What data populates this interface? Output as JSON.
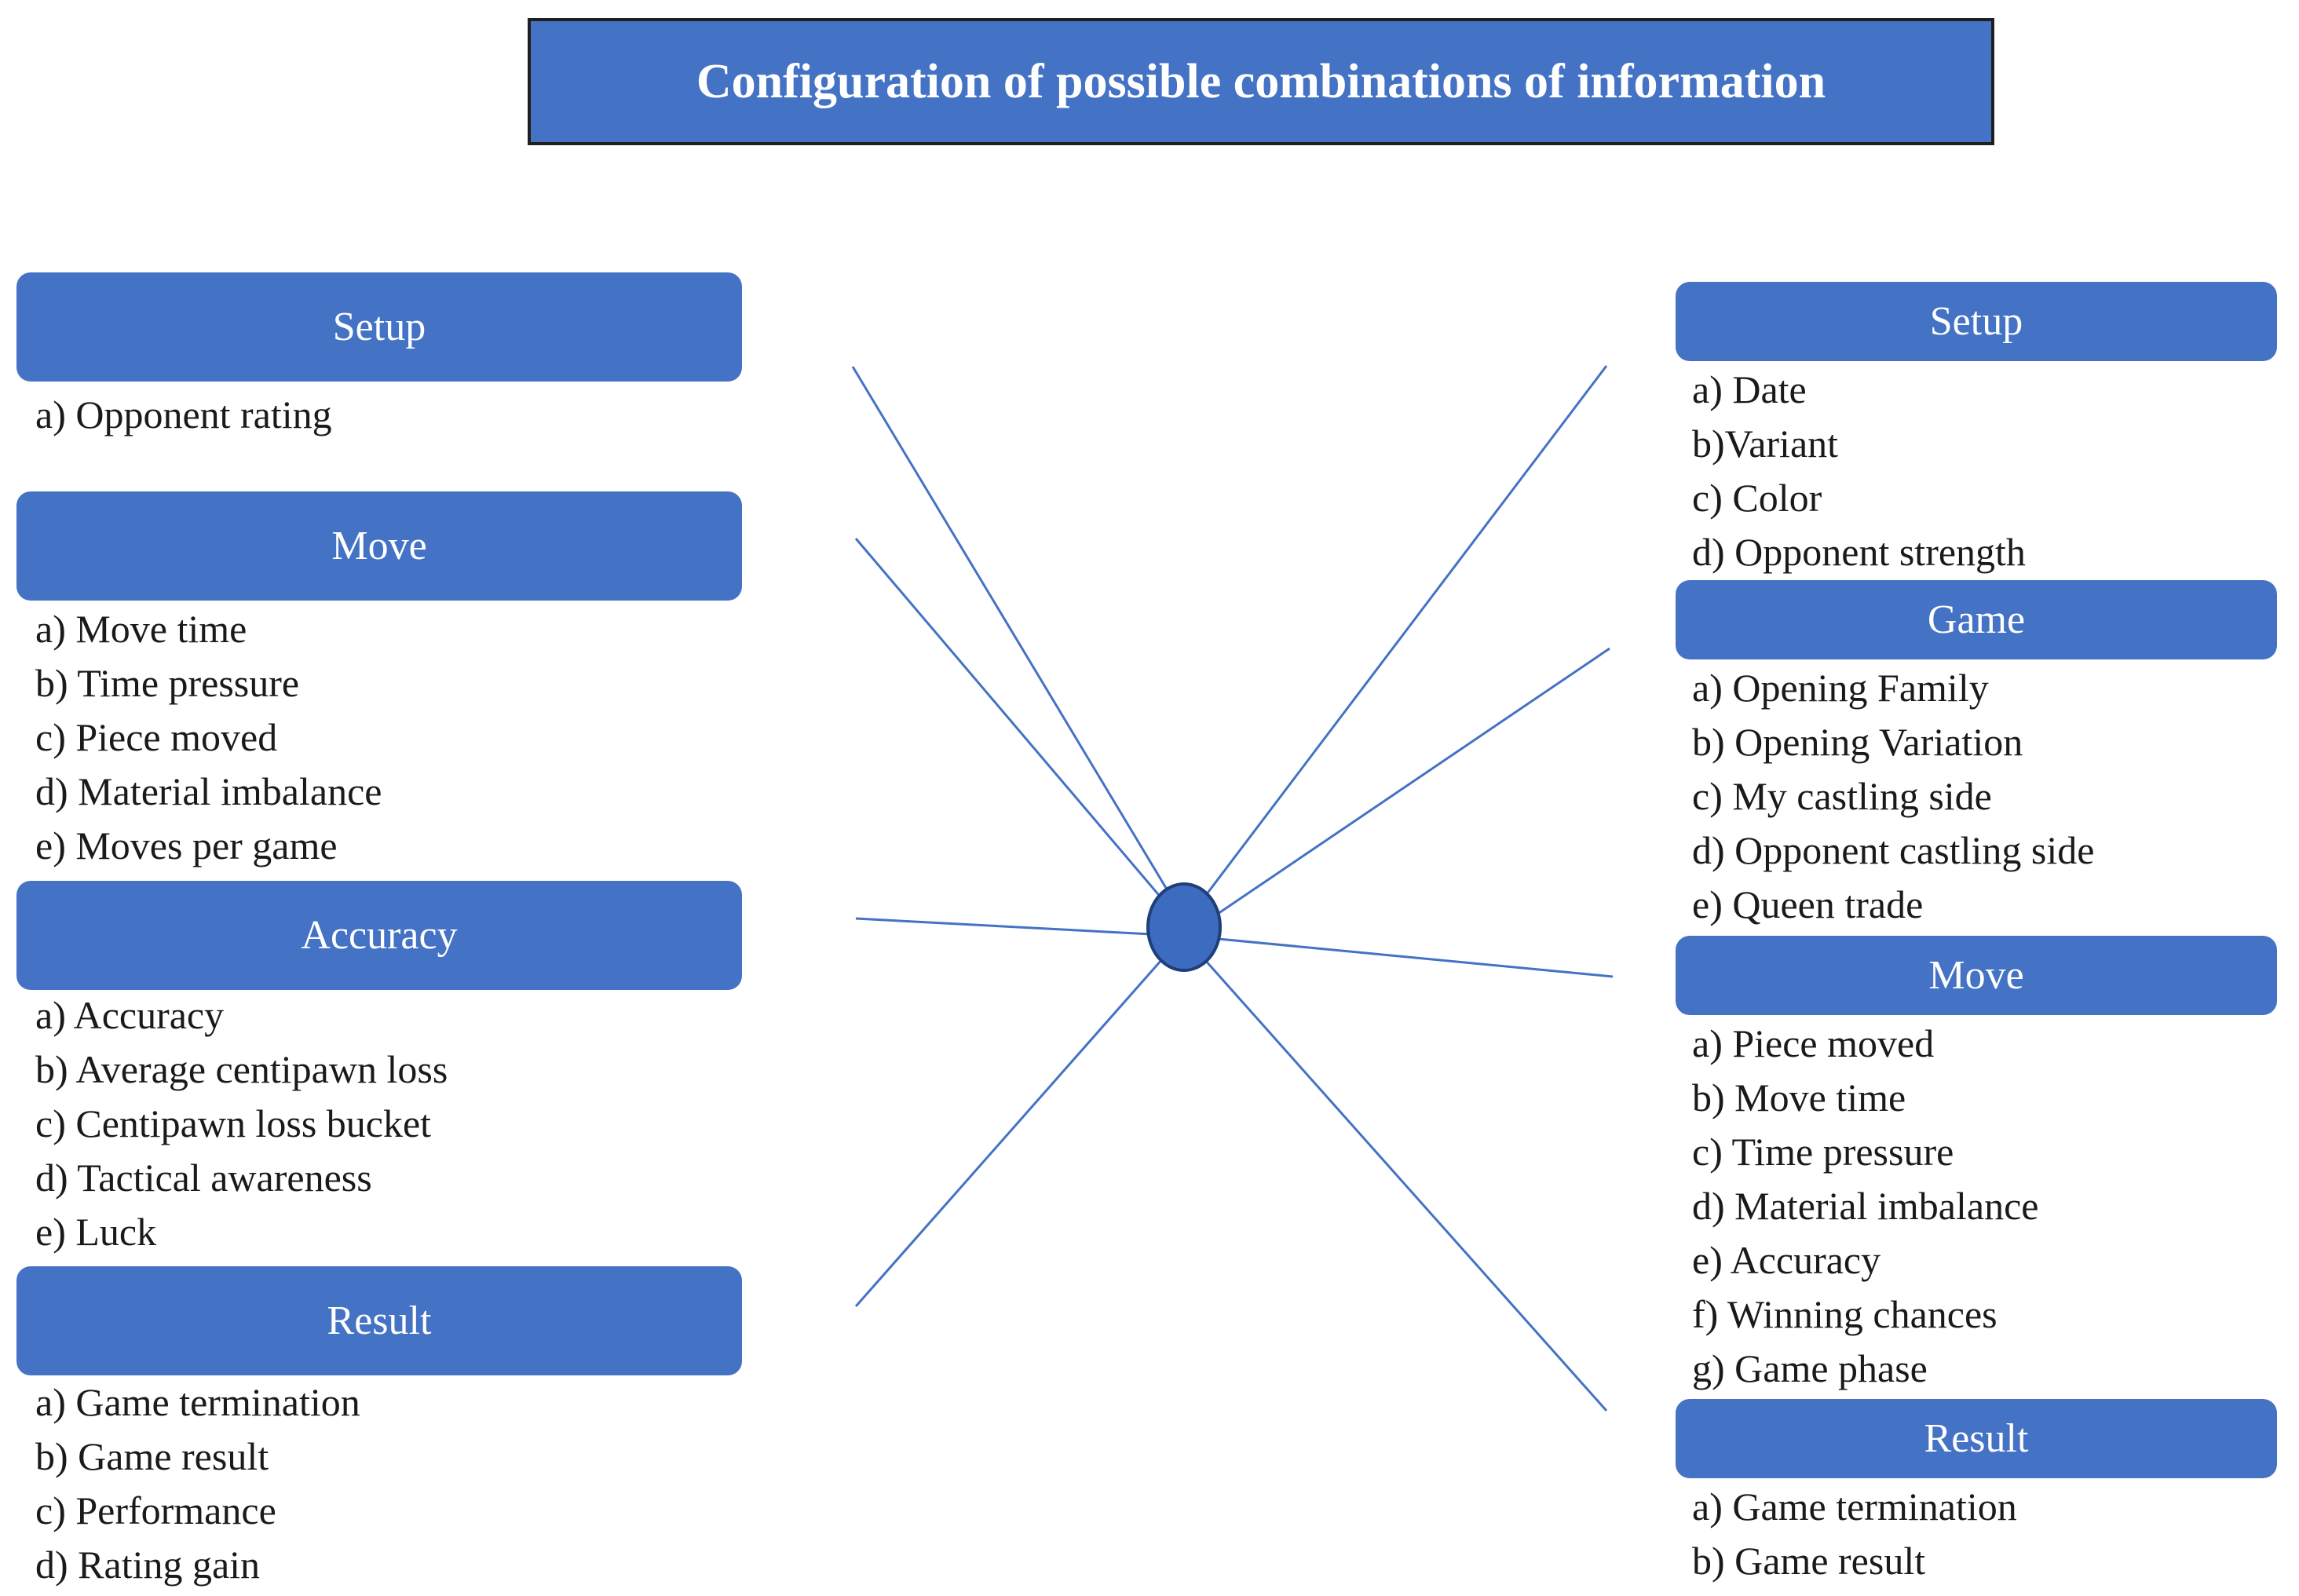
{
  "title": "Configuration of possible combinations of information",
  "colors": {
    "header_fill": "#4472c4",
    "connector_line": "#4472c4",
    "hub_fill": "#3d6bbf",
    "hub_stroke": "#1f3f7a"
  },
  "left": [
    {
      "header": "Setup",
      "items": [
        "a) Opponent rating"
      ]
    },
    {
      "header": "Move",
      "items": [
        "a) Move time",
        "b) Time pressure",
        "c) Piece moved",
        "d) Material imbalance",
        "e) Moves per game"
      ]
    },
    {
      "header": "Accuracy",
      "items": [
        "a) Accuracy",
        "b) Average centipawn loss",
        "c) Centipawn loss bucket",
        "d) Tactical awareness",
        "e) Luck"
      ]
    },
    {
      "header": "Result",
      "items": [
        "a) Game termination",
        "b) Game result",
        "c) Performance",
        "d) Rating gain"
      ]
    }
  ],
  "right": [
    {
      "header": "Setup",
      "items": [
        "a) Date",
        "b)Variant",
        "c) Color",
        "d) Opponent strength"
      ]
    },
    {
      "header": "Game",
      "items": [
        "a) Opening Family",
        "b) Opening Variation",
        "c) My castling side",
        "d) Opponent castling side",
        "e) Queen trade"
      ]
    },
    {
      "header": "Move",
      "items": [
        "a) Piece moved",
        "b) Move time",
        "c) Time pressure",
        "d) Material imbalance",
        "e) Accuracy",
        "f) Winning chances",
        "g) Game phase"
      ]
    },
    {
      "header": "Result",
      "items": [
        "a) Game termination",
        "b) Game result"
      ]
    }
  ]
}
